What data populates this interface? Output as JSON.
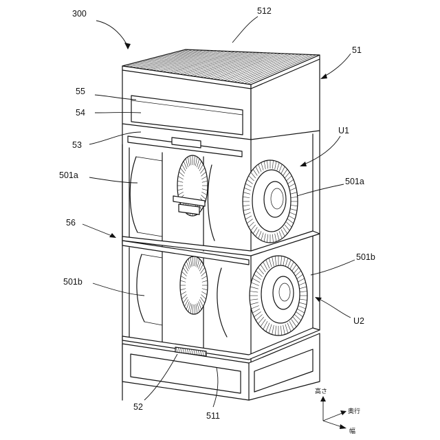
{
  "figure": {
    "labels": {
      "assembly": "300",
      "top_filter": "512",
      "housing": "51",
      "part_55": "55",
      "part_54": "54",
      "part_53": "53",
      "blower_a_left": "501a",
      "blower_a_right": "501a",
      "unit_u1": "U1",
      "part_56": "56",
      "blower_b_left": "501b",
      "blower_b_right": "501b",
      "unit_u2": "U2",
      "bottom_grille": "52",
      "base_frame": "511"
    },
    "axes": {
      "height": "高さ",
      "depth": "奥行",
      "width": "幅"
    }
  }
}
